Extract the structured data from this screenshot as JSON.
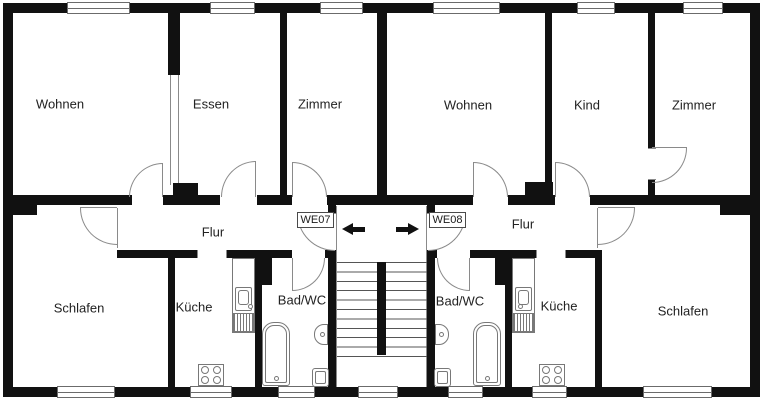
{
  "units": {
    "we07": "WE07",
    "we08": "WE08"
  },
  "rooms": {
    "wohnen_left": "Wohnen",
    "essen": "Essen",
    "zimmer_left": "Zimmer",
    "flur_left": "Flur",
    "schlafen_left": "Schlafen",
    "kueche_left": "Küche",
    "bad_left": "Bad/WC",
    "wohnen_right": "Wohnen",
    "kind": "Kind",
    "zimmer_right": "Zimmer",
    "flur_right": "Flur",
    "schlafen_right": "Schlafen",
    "kueche_right": "Küche",
    "bad_right": "Bad/WC"
  },
  "icons": {
    "landing_arrow_left": "arrow-left",
    "landing_arrow_right": "arrow-right"
  },
  "colors": {
    "wall": "#111111",
    "background": "#ffffff",
    "line": "#8a8a8a",
    "text": "#222222"
  }
}
